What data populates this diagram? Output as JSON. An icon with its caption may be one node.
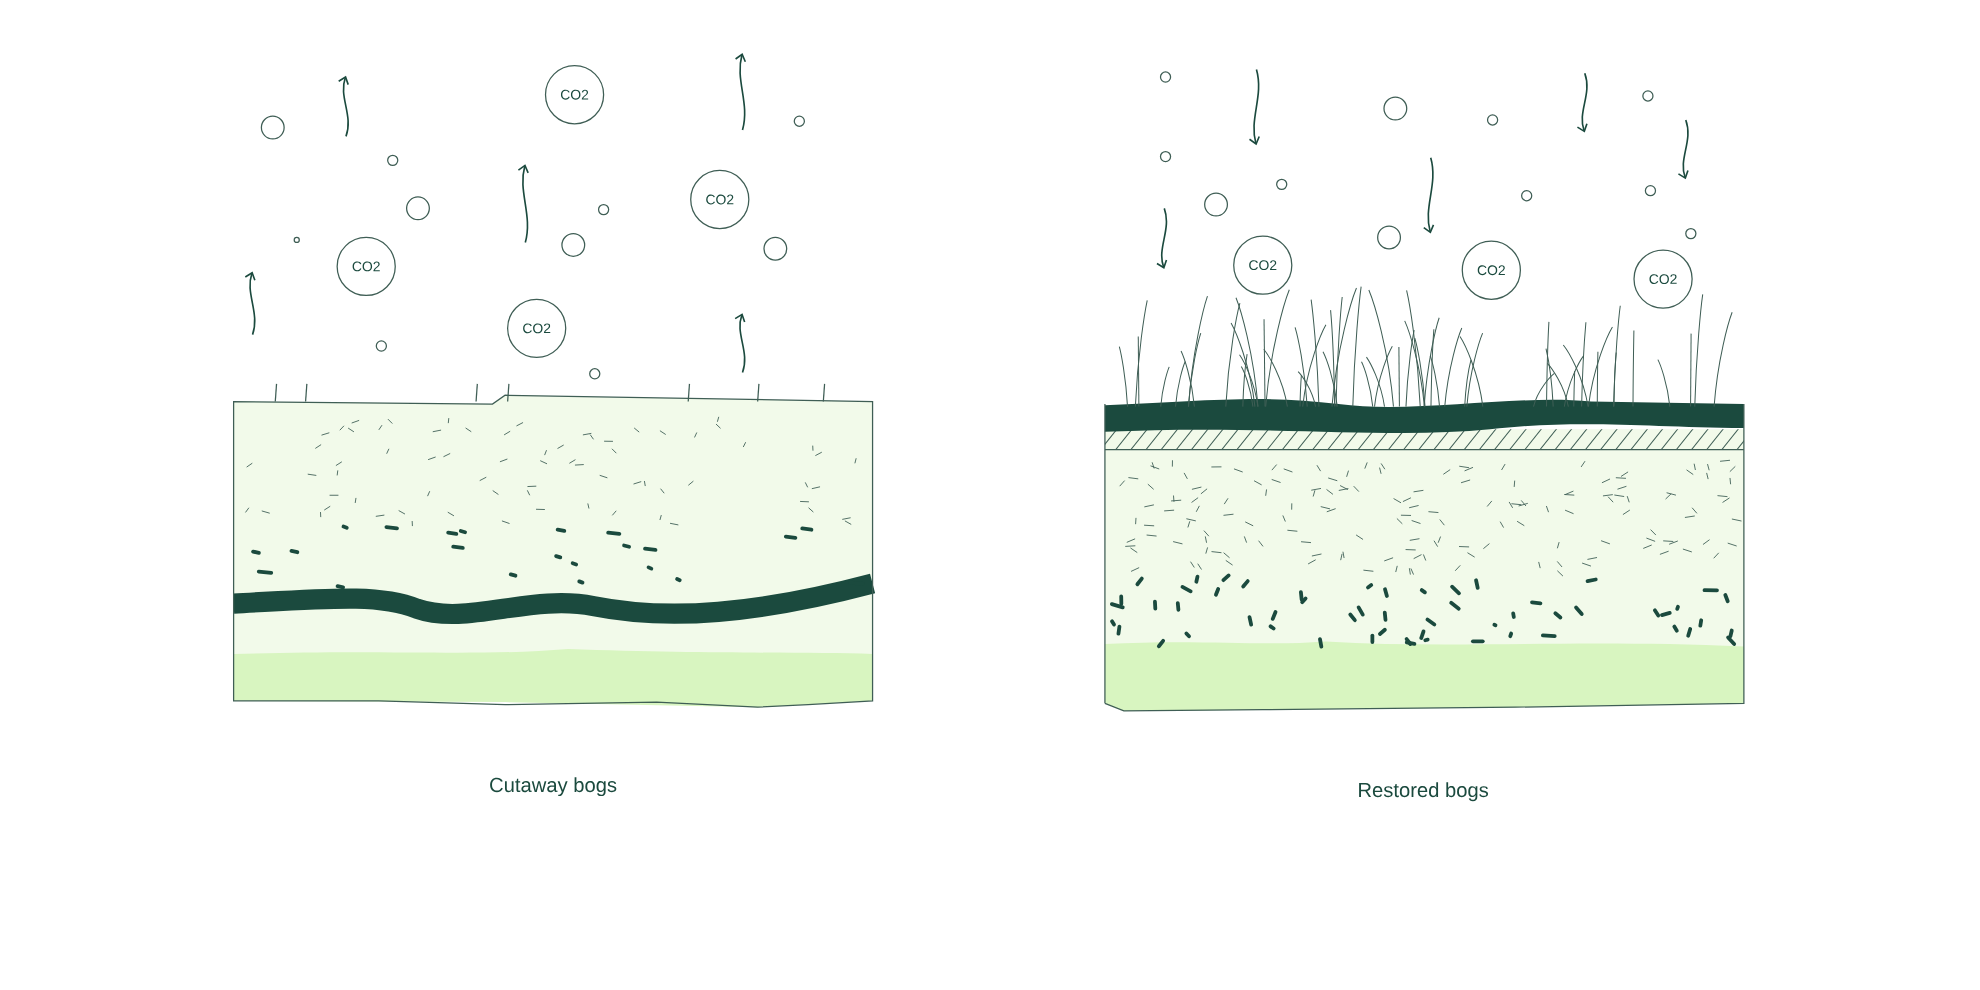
{
  "diagram": {
    "nodes": [
      {
        "text": [
          "CO2"
        ]
      },
      {
        "text": [
          "CO2"
        ]
      },
      {
        "text": [
          "CO2"
        ]
      },
      {
        "text": [
          "CO2"
        ]
      },
      {
        "text": [
          "CO2"
        ]
      },
      {
        "text": [
          "CO2"
        ]
      },
      {
        "text": [
          "CO2"
        ]
      }
    ],
    "labels": [
      "Cutaway bogs",
      "Restored bogs"
    ]
  }
}
